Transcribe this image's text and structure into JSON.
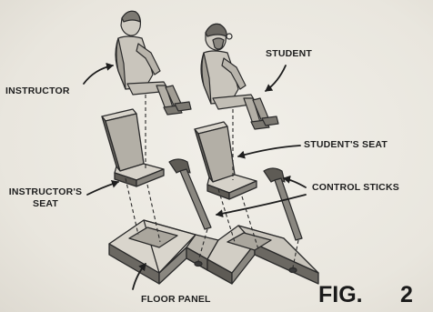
{
  "labels": {
    "instructor": "INSTRUCTOR",
    "student": "STUDENT",
    "students_seat": "STUDENT'S SEAT",
    "instructors_seat_line1": "INSTRUCTOR'S",
    "instructors_seat_line2": "SEAT",
    "control_sticks": "CONTROL STICKS",
    "floor_panel": "FLOOR PANEL"
  },
  "figure": {
    "prefix": "FIG.",
    "number": "2"
  },
  "colors": {
    "ink": "#1e1e1e",
    "paper": "#ebe8e1",
    "tone_light": "#d8d4cb",
    "tone_mid": "#a9a59c",
    "tone_dark": "#5e5b55"
  }
}
